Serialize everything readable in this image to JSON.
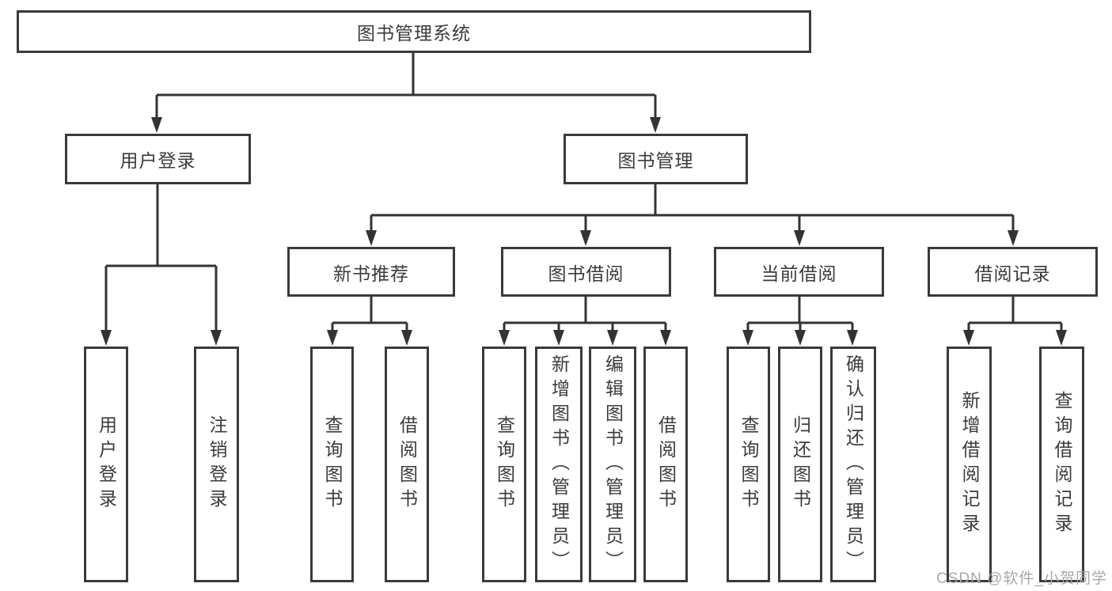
{
  "diagram": {
    "root": {
      "label": "图书管理系统"
    },
    "user_login": {
      "label": "用户登录",
      "children": [
        {
          "label": "用户登录"
        },
        {
          "label": "注销登录"
        }
      ]
    },
    "book_mgmt": {
      "label": "图书管理",
      "sections": [
        {
          "label": "新书推荐",
          "children": [
            {
              "label": "查询图书"
            },
            {
              "label": "借阅图书"
            }
          ]
        },
        {
          "label": "图书借阅",
          "children": [
            {
              "label": "查询图书"
            },
            {
              "label": "新增图书（管理员）"
            },
            {
              "label": "编辑图书（管理员）"
            },
            {
              "label": "借阅图书"
            }
          ]
        },
        {
          "label": "当前借阅",
          "children": [
            {
              "label": "查询图书"
            },
            {
              "label": "归还图书"
            },
            {
              "label": "确认归还（管理员）"
            }
          ]
        },
        {
          "label": "借阅记录",
          "children": [
            {
              "label": "新增借阅记录"
            },
            {
              "label": "查询借阅记录"
            }
          ]
        }
      ]
    },
    "colors": {
      "line": "#333333",
      "border": "#3a3a3a",
      "text": "#3b3b3b"
    }
  },
  "watermark": {
    "text": "CSDN @软件_小贺同学"
  }
}
